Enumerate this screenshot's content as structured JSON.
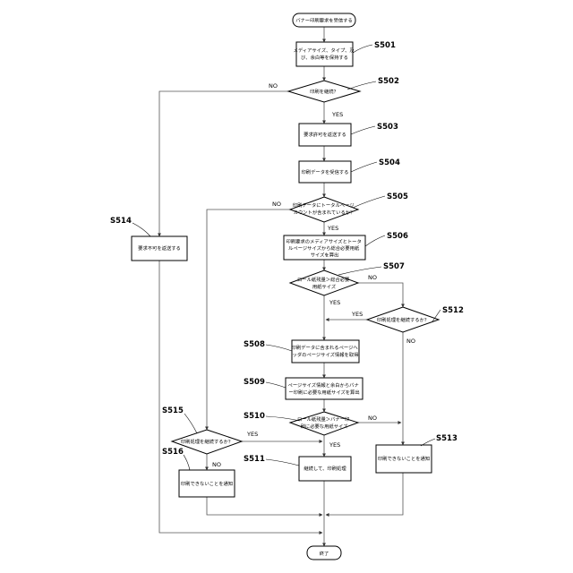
{
  "nodes": {
    "start": {
      "lines": [
        "バナー印刷要求を受信する"
      ]
    },
    "s501": {
      "label": "S501",
      "lines": [
        "メディアサイズ、タイプ、及",
        "び、余白等を保持する"
      ]
    },
    "s502": {
      "label": "S502",
      "lines": [
        "印刷を継続？"
      ]
    },
    "s503": {
      "label": "S503",
      "lines": [
        "要求許可を返送する"
      ]
    },
    "s504": {
      "label": "S504",
      "lines": [
        "印刷データを受信する"
      ]
    },
    "s505": {
      "label": "S505",
      "lines": [
        "印刷データにトータルページ",
        "カウントが含まれているか？"
      ]
    },
    "s506": {
      "label": "S506",
      "lines": [
        "印刷要求のメディアサイズとトータ",
        "ルページサイズから総合必要用紙",
        "サイズを算出"
      ]
    },
    "s507": {
      "label": "S507",
      "lines": [
        "ロール紙残量＞総合必要",
        "用紙サイズ"
      ]
    },
    "s508": {
      "label": "S508",
      "lines": [
        "印刷データに含まれるページへ",
        "ッダのページサイズ情報を取得"
      ]
    },
    "s509": {
      "label": "S509",
      "lines": [
        "ページサイズ情報と余白からバナ",
        "ー印刷に必要な用紙サイズを算出"
      ]
    },
    "s510": {
      "label": "S510",
      "lines": [
        "ロール紙残量＞バナー印",
        "刷に必要な用紙サイズ"
      ]
    },
    "s511": {
      "label": "S511",
      "lines": [
        "継続して、印刷処理"
      ]
    },
    "s512": {
      "label": "S512",
      "lines": [
        "印刷処理を継続するか？"
      ]
    },
    "s513": {
      "label": "S513",
      "lines": [
        "印刷できないことを通知"
      ]
    },
    "s514": {
      "label": "S514",
      "lines": [
        "要求不可を返送する"
      ]
    },
    "s515": {
      "label": "S515",
      "lines": [
        "印刷処理を継続するか？"
      ]
    },
    "s516": {
      "label": "S516",
      "lines": [
        "印刷できないことを通知"
      ]
    },
    "end": {
      "lines": [
        "終了"
      ]
    }
  },
  "branches": {
    "s502_no": "NO",
    "s502_yes": "YES",
    "s505_no": "NO",
    "s505_yes": "YES",
    "s507_no": "NO",
    "s507_yes": "YES",
    "s512_yes": "YES",
    "s512_no": "NO",
    "s510_no": "NO",
    "s510_yes": "YES",
    "s515_yes": "YES",
    "s515_no": "NO"
  }
}
